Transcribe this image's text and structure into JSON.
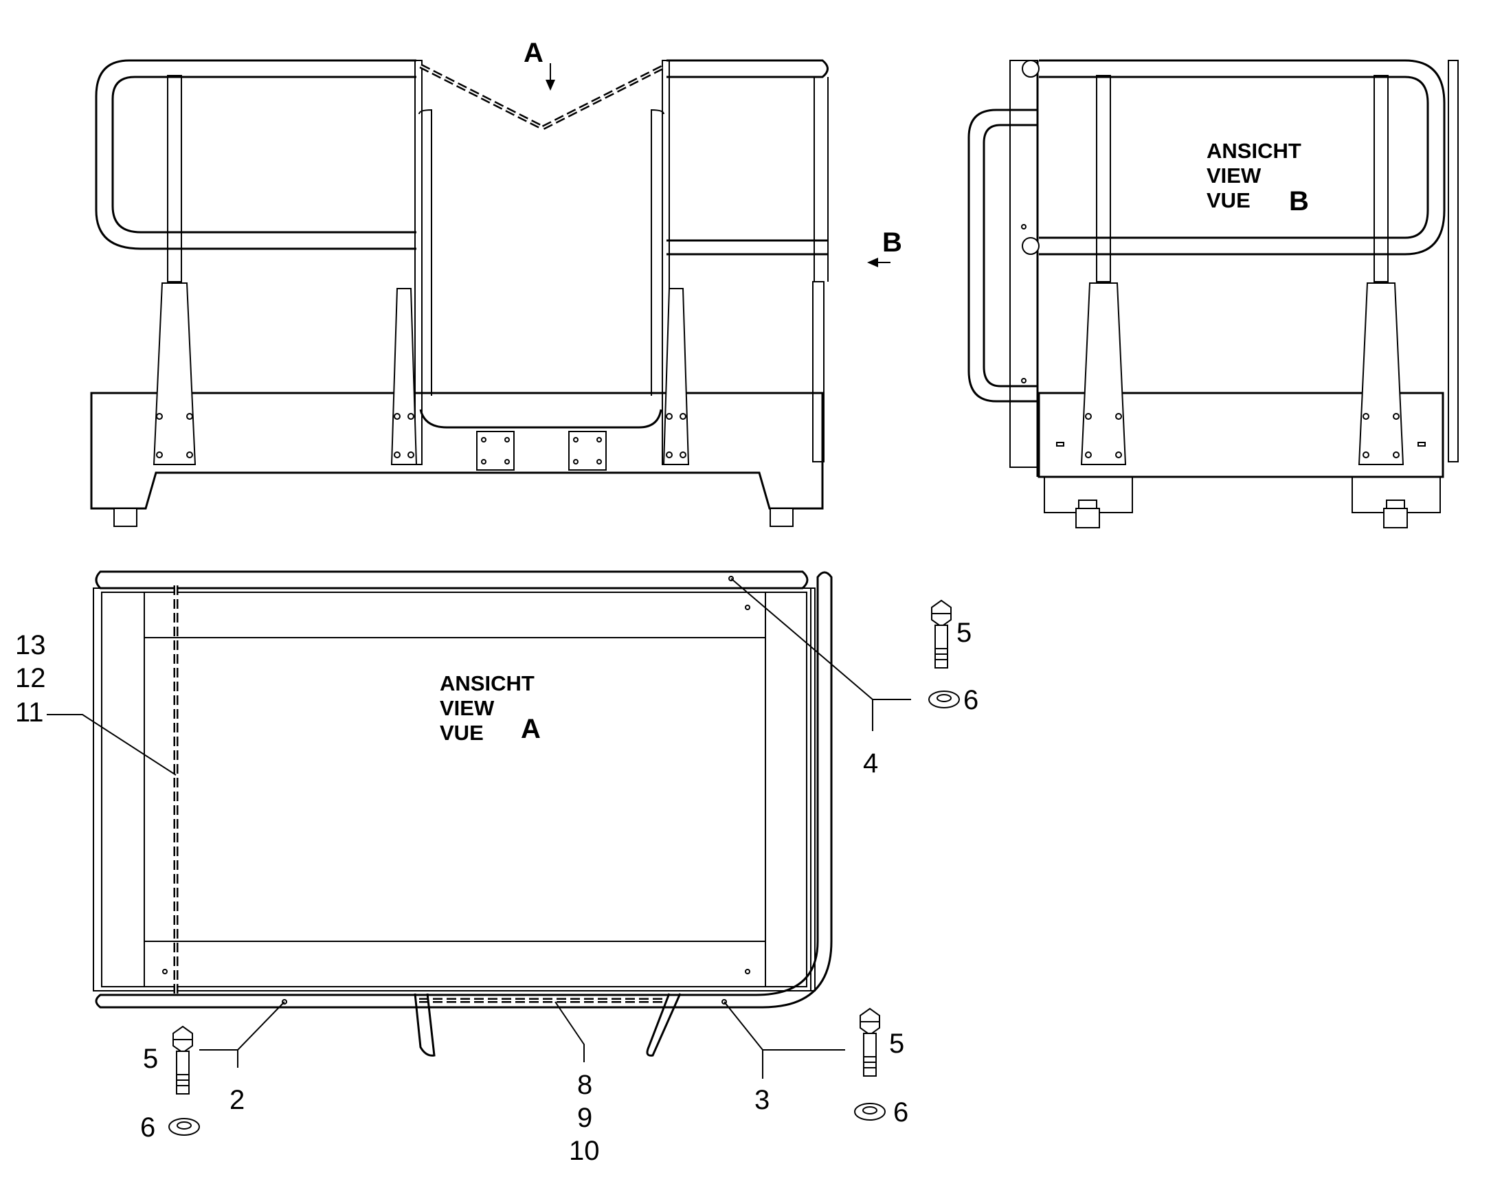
{
  "views": {
    "front": {
      "arrow_a_letter": "A",
      "arrow_b_letter": "B"
    },
    "side_b": {
      "caption_de": "ANSICHT",
      "caption_en": "VIEW",
      "caption_fr": "VUE",
      "view_letter": "B"
    },
    "top_a": {
      "caption_de": "ANSICHT",
      "caption_en": "VIEW",
      "caption_fr": "VUE",
      "view_letter": "A"
    }
  },
  "callouts": {
    "c13": "13",
    "c12": "12",
    "c11": "11",
    "c2": "2",
    "c3": "3",
    "c4": "4",
    "c5_right_top": "5",
    "c6_right_top": "6",
    "c5_bottom_left": "5",
    "c6_bottom_left": "6",
    "c5_bottom_right": "5",
    "c6_bottom_right": "6",
    "c8": "8",
    "c9": "9",
    "c10": "10"
  },
  "icons": {
    "bolt": "hex-bolt-icon",
    "washer": "washer-icon",
    "view_arrow": "arrow-icon"
  }
}
